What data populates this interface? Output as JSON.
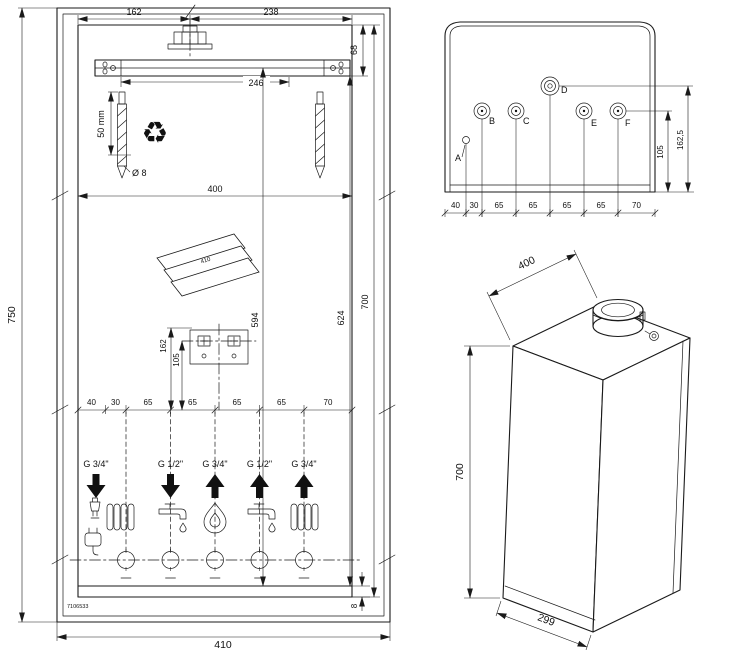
{
  "front_view": {
    "overall_height": "750",
    "overall_width": "410",
    "dim_162": "162",
    "dim_238": "238",
    "dim_68": "68",
    "dim_246": "246",
    "drill_depth": "50 mm",
    "drill_diameter": "Ø 8",
    "recycle_symbol": "♻",
    "dim_400": "400",
    "dim_594": "594",
    "dim_624": "624",
    "dim_700": "700",
    "dim_162_small": "162",
    "dim_105_small": "105",
    "dim_8": "8",
    "template_sheet_label": "410",
    "part_number": "7106533",
    "spacing": [
      "40",
      "30",
      "65",
      "65",
      "65",
      "65",
      "70"
    ],
    "connections": [
      "G 3/4\"",
      "G 1/2\"",
      "G 3/4\"",
      "G 1/2\"",
      "G 3/4\""
    ]
  },
  "top_view": {
    "ports": [
      "A",
      "B",
      "C",
      "D",
      "E",
      "F"
    ],
    "spacing": [
      "40",
      "30",
      "65",
      "65",
      "65",
      "65",
      "70"
    ],
    "dim_105": "105",
    "dim_162_5": "162,5"
  },
  "perspective_view": {
    "dim_width": "400",
    "dim_height": "700",
    "dim_depth": "299"
  }
}
